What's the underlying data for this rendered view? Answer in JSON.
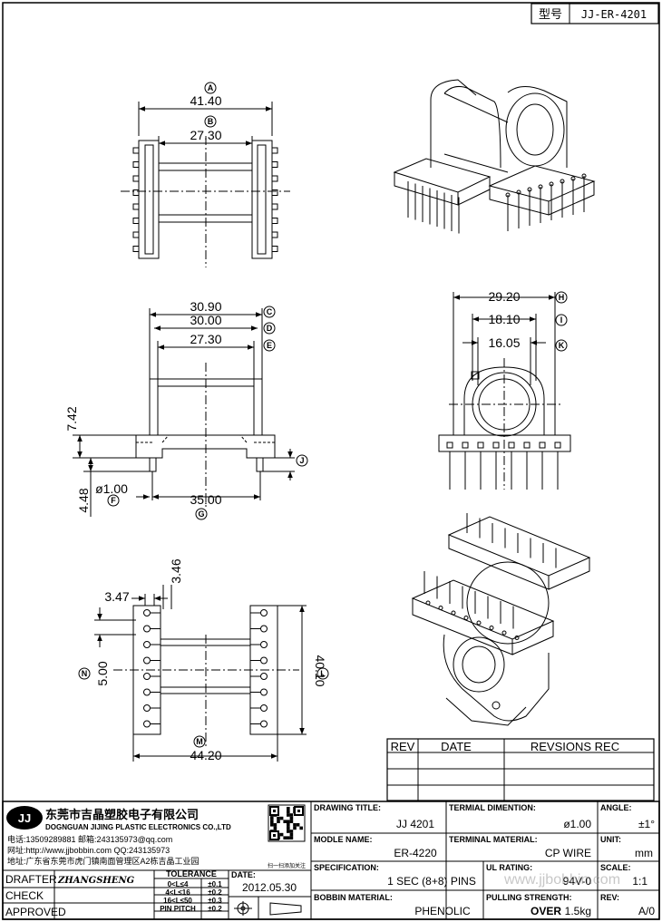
{
  "header": {
    "model_label": "型号",
    "model_value": "JJ-ER-4201"
  },
  "views": {
    "top": {
      "dims": [
        "41.40",
        "27.30"
      ],
      "markers": [
        "A",
        "B"
      ]
    },
    "front": {
      "dims": [
        "30.90",
        "30.00",
        "27.30",
        "7.42",
        "4.48",
        "ø1.00",
        "35.00"
      ],
      "markers": [
        "C",
        "D",
        "E",
        "J",
        "F",
        "G"
      ]
    },
    "side": {
      "dims": [
        "29.20",
        "18.10",
        "16.05"
      ],
      "markers": [
        "H",
        "I",
        "K"
      ]
    },
    "bottom": {
      "dims": [
        "3.47",
        "3.46",
        "5.00",
        "40.10",
        "44.20"
      ],
      "markers": [
        "N",
        "L",
        "M"
      ]
    }
  },
  "revision": {
    "headers": [
      "REV",
      "DATE",
      "REVSIONS REC"
    ],
    "rows": [
      [
        "",
        "",
        ""
      ],
      [
        "",
        "",
        ""
      ],
      [
        "",
        "",
        ""
      ]
    ]
  },
  "company": {
    "logo_text": "JJ",
    "name_cn": "东莞市吉晶塑胶电子有限公司",
    "name_en": "DOGNGUAN JIJING PLASTIC ELECTRONICS CO.,LTD",
    "line_tel": "电话:13509289881  邮箱:243135973@qq.com",
    "line_web": "网址:http://www.jjbobbin.com  QQ:243135973",
    "line_addr": "地址:广东省东莞市虎门镇南面管理区A2栋吉晶工业园",
    "qr_caption": "扫一扫添加关注"
  },
  "title_block": {
    "drawing_title_label": "DRAWING TITLE:",
    "drawing_title": "JJ 4201",
    "terminal_dim_label": "TERMIAL DIMENTION:",
    "terminal_dim": "ø1.00",
    "angle_label": "ANGLE:",
    "angle": "±1°",
    "model_name_label": "MODLE NAME:",
    "model_name": "ER-4220",
    "terminal_material_label": "TERMINAL MATERIAL:",
    "terminal_material": "CP WIRE",
    "unit_label": "UNIT:",
    "unit": "mm",
    "specification_label": "SPECIFICATION:",
    "specification": "1 SEC (8+8) PINS",
    "ul_rating_label": "UL RATING:",
    "ul_rating": "94V-0",
    "scale_label": "SCALE:",
    "scale": "1:1",
    "bobbin_material_label": "BOBBIN  MATERIAL:",
    "bobbin_material": "PHENOLIC",
    "pulling_strength_label": "PULLING STRENGTH:",
    "pulling_strength_prefix": "OVER",
    "pulling_strength": "1.5kg",
    "rev_label": "REV:",
    "rev": "A/0",
    "drafter_label": "DRAFTER",
    "drafter": "ZHANGSHENG",
    "check_label": "CHECK",
    "approved_label": "APPROVED",
    "tolerance_label": "TOLERANCE",
    "tolerance_rows": [
      [
        "0<L≤4",
        "±0.1"
      ],
      [
        "4<L≤16",
        "±0.2"
      ],
      [
        "16<L≤50",
        "±0.3"
      ],
      [
        "PIN PITCH",
        "±0.2"
      ]
    ],
    "date_label": "DATE:",
    "date": "2012.05.30"
  },
  "watermark": "www.jjbobbin.com"
}
